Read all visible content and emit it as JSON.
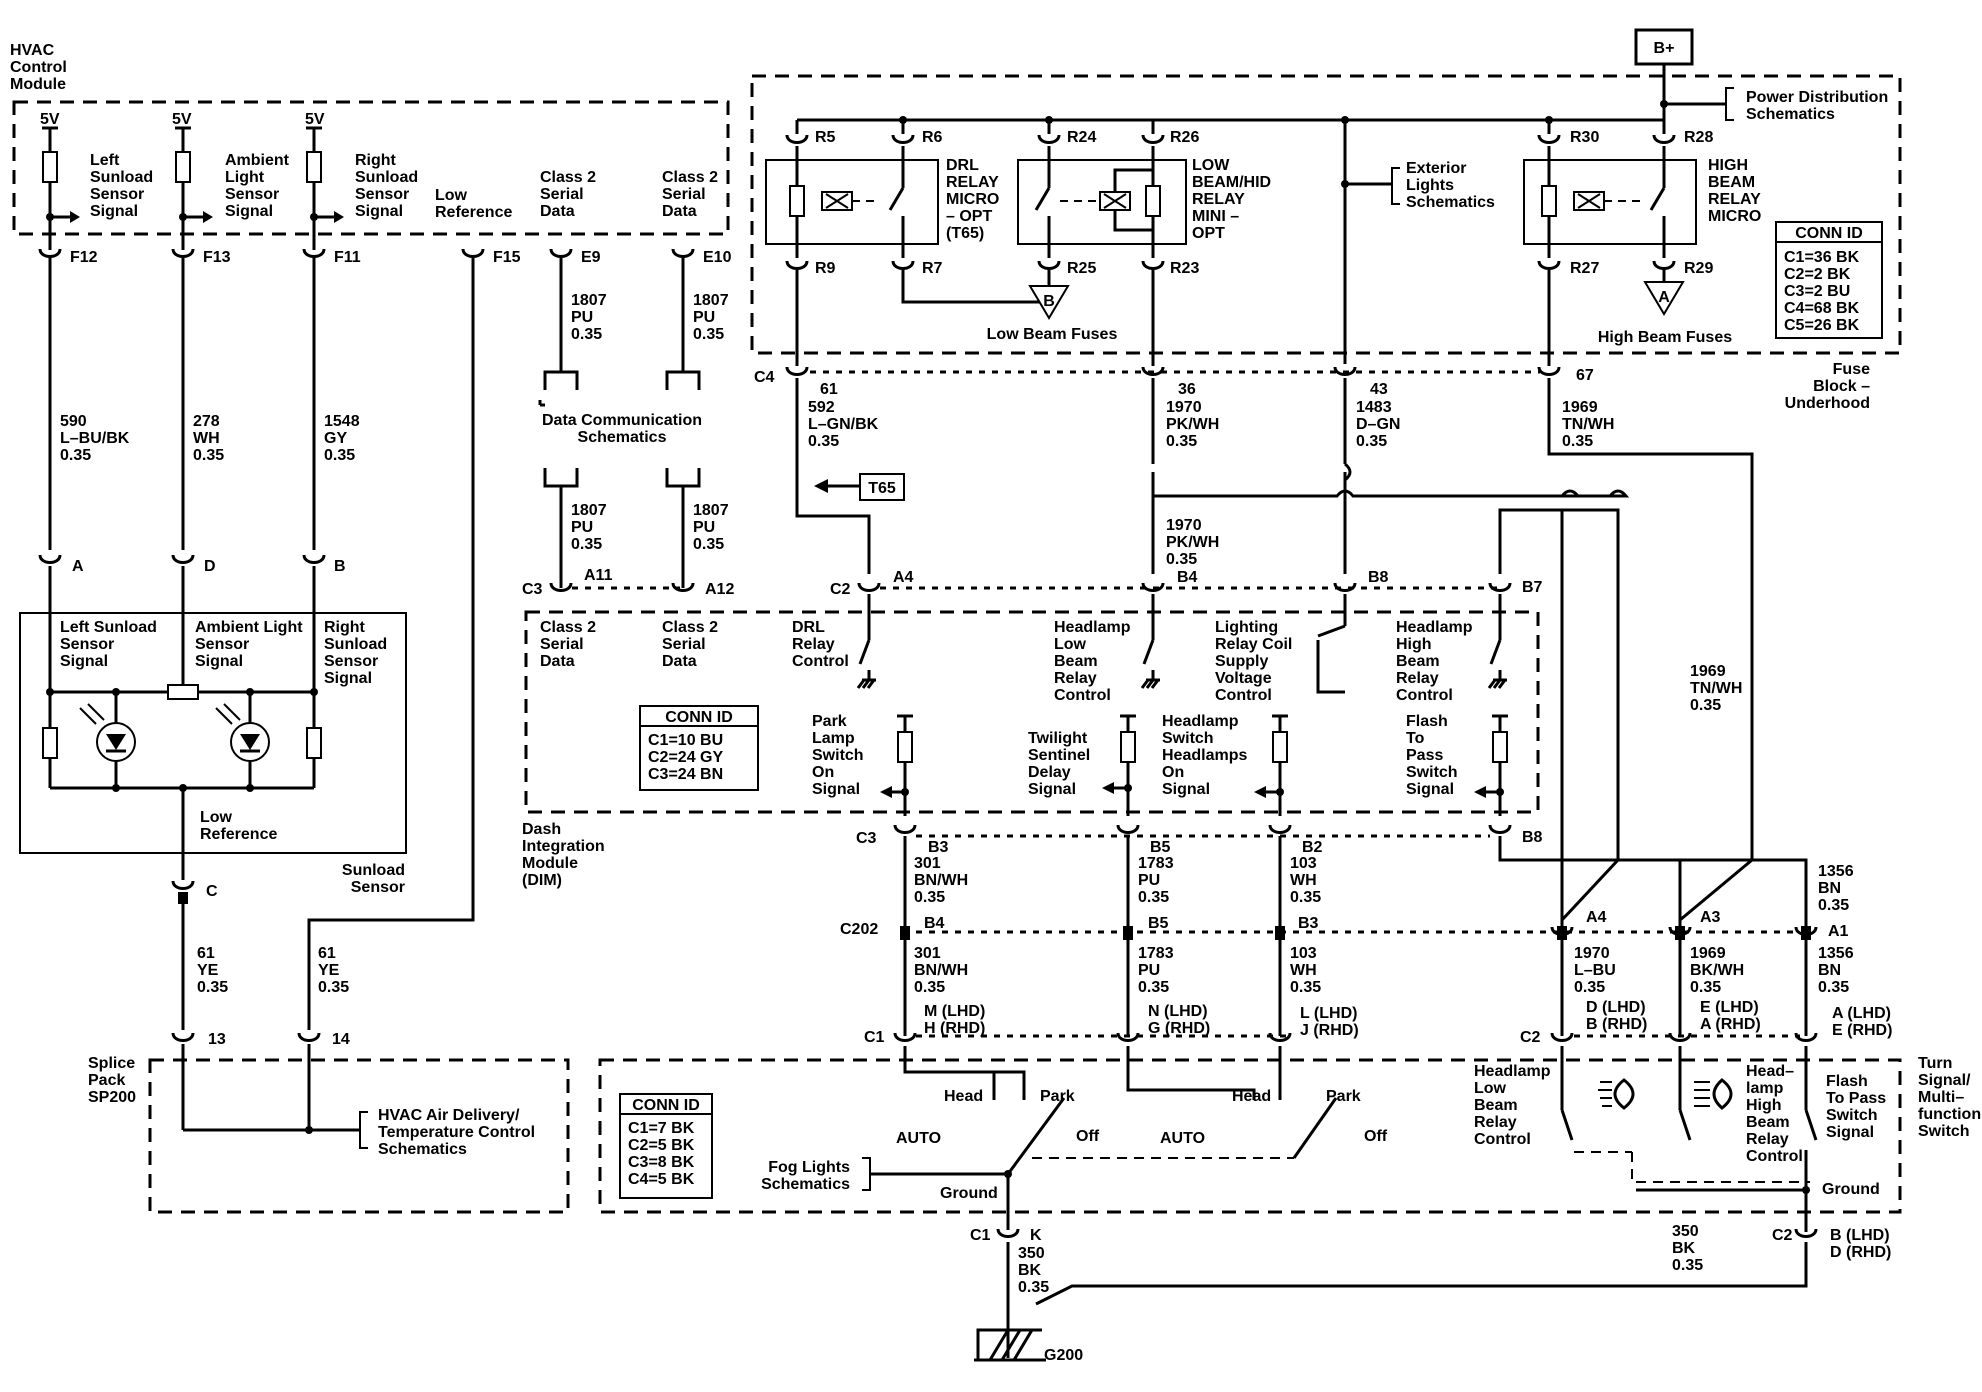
{
  "hvac": {
    "title": [
      "HVAC",
      "Control",
      "Module"
    ],
    "v5": "5V",
    "left_sensor": [
      "Left",
      "Sunload",
      "Sensor",
      "Signal"
    ],
    "ambient": [
      "Ambient",
      "Light",
      "Sensor",
      "Signal"
    ],
    "right_sensor": [
      "Right",
      "Sunload",
      "Sensor",
      "Signal"
    ],
    "low_ref": [
      "Low",
      "Reference"
    ],
    "class2_a": [
      "Class 2",
      "Serial",
      "Data"
    ],
    "class2_b": [
      "Class 2",
      "Serial",
      "Data"
    ],
    "pins": {
      "f12": "F12",
      "f13": "F13",
      "f11": "F11",
      "f15": "F15",
      "e9": "E9",
      "e10": "E10"
    }
  },
  "wires": {
    "w590": [
      "590",
      "L–BU/BK",
      "0.35"
    ],
    "w278": [
      "278",
      "WH",
      "0.35"
    ],
    "w1548": [
      "1548",
      "GY",
      "0.35"
    ],
    "w1807a": [
      "1807",
      "PU",
      "0.35"
    ],
    "w1807b": [
      "1807",
      "PU",
      "0.35"
    ],
    "w1807c": [
      "1807",
      "PU",
      "0.35"
    ],
    "w1807d": [
      "1807",
      "PU",
      "0.35"
    ],
    "w61a": [
      "61",
      "YE",
      "0.35"
    ],
    "w61b": [
      "61",
      "YE",
      "0.35"
    ],
    "w592": [
      "592",
      "L–GN/BK",
      "0.35"
    ],
    "w1970a": [
      "1970",
      "PK/WH",
      "0.35"
    ],
    "w1970b": [
      "1970",
      "PK/WH",
      "0.35"
    ],
    "w1483": [
      "1483",
      "D–GN",
      "0.35"
    ],
    "w1969a": [
      "1969",
      "TN/WH",
      "0.35"
    ],
    "w1969b": [
      "1969",
      "TN/WH",
      "0.35"
    ],
    "w301a": [
      "301",
      "BN/WH",
      "0.35"
    ],
    "w301b": [
      "301",
      "BN/WH",
      "0.35"
    ],
    "w1783a": [
      "1783",
      "PU",
      "0.35"
    ],
    "w1783b": [
      "1783",
      "PU",
      "0.35"
    ],
    "w103a": [
      "103",
      "WH",
      "0.35"
    ],
    "w103b": [
      "103",
      "WH",
      "0.35"
    ],
    "w1356a": [
      "1356",
      "BN",
      "0.35"
    ],
    "w1356b": [
      "1356",
      "BN",
      "0.35"
    ],
    "w1970c": [
      "1970",
      "L–BU",
      "0.35"
    ],
    "w1969c": [
      "1969",
      "BK/WH",
      "0.35"
    ],
    "w350a": [
      "350",
      "BK",
      "0.35"
    ],
    "w350b": [
      "350",
      "BK",
      "0.35"
    ]
  },
  "data_comm": [
    "Data Communication",
    "Schematics"
  ],
  "sunload": {
    "left": [
      "Left Sunload",
      "Sensor",
      "Signal"
    ],
    "ambient": [
      "Ambient Light",
      "Sensor",
      "Signal"
    ],
    "right": [
      "Right",
      "Sunload",
      "Sensor",
      "Signal"
    ],
    "low_ref": [
      "Low",
      "Reference"
    ],
    "name": [
      "Sunload",
      "Sensor"
    ],
    "pins": {
      "a": "A",
      "d": "D",
      "b": "B",
      "c": "C"
    }
  },
  "splice": {
    "name": [
      "Splice",
      "Pack",
      "SP200"
    ],
    "pins": {
      "p13": "13",
      "p14": "14"
    },
    "hvac_ref": [
      "HVAC Air Delivery/",
      "Temperature Control",
      "Schematics"
    ]
  },
  "fuse_block": {
    "bplus": "B+",
    "power_dist": [
      "Power Distribution",
      "Schematics"
    ],
    "exterior": [
      "Exterior",
      "Lights",
      "Schematics"
    ],
    "drl_relay": [
      "DRL",
      "RELAY",
      "MICRO",
      "– OPT",
      "(T65)"
    ],
    "low_beam_relay": [
      "LOW",
      "BEAM/HID",
      "RELAY",
      "MINI –",
      "OPT"
    ],
    "high_beam_relay": [
      "HIGH",
      "BEAM",
      "RELAY",
      "MICRO"
    ],
    "pins": {
      "r5": "R5",
      "r6": "R6",
      "r24": "R24",
      "r26": "R26",
      "r30": "R30",
      "r28": "R28",
      "r9": "R9",
      "r7": "R7",
      "r25": "R25",
      "r23": "R23",
      "r27": "R27",
      "r29": "R29"
    },
    "low_fuses": "Low Beam Fuses",
    "high_fuses": "High Beam Fuses",
    "tri_b": "B",
    "tri_a": "A",
    "conn_title": "CONN ID",
    "conn_rows": [
      "C1=36 BK",
      "C2=2 BK",
      "C3=2 BU",
      "C4=68 BK",
      "C5=26 BK"
    ],
    "name": [
      "Fuse",
      "Block –",
      "Underhood"
    ],
    "c4": "C4",
    "c4_pins": {
      "p61": "61",
      "p36": "36",
      "p43": "43",
      "p67": "67"
    },
    "t65": "T65"
  },
  "dim": {
    "c2": "C2",
    "c3a": "C3",
    "c3b": "C3",
    "pins_top": {
      "a11": "A11",
      "a12": "A12",
      "a4": "A4",
      "b4": "B4",
      "b8": "B8",
      "b7": "B7"
    },
    "class2_a": [
      "Class 2",
      "Serial",
      "Data"
    ],
    "class2_b": [
      "Class 2",
      "Serial",
      "Data"
    ],
    "drl_control": [
      "DRL",
      "Relay",
      "Control"
    ],
    "hl_low": [
      "Headlamp",
      "Low",
      "Beam",
      "Relay",
      "Control"
    ],
    "lighting_coil": [
      "Lighting",
      "Relay Coil",
      "Supply",
      "Voltage",
      "Control"
    ],
    "hl_high": [
      "Headlamp",
      "High",
      "Beam",
      "Relay",
      "Control"
    ],
    "conn_title": "CONN ID",
    "conn_rows": [
      "C1=10 BU",
      "C2=24 GY",
      "C3=24 BN"
    ],
    "park_sw": [
      "Park",
      "Lamp",
      "Switch",
      "On",
      "Signal"
    ],
    "twilight": [
      "Twilight",
      "Sentinel",
      "Delay",
      "Signal"
    ],
    "hl_switch": [
      "Headlamp",
      "Switch",
      "Headlamps",
      "On",
      "Signal"
    ],
    "ftp": [
      "Flash",
      "To",
      "Pass",
      "Switch",
      "Signal"
    ],
    "name": [
      "Dash",
      "Integration",
      "Module",
      "(DIM)"
    ],
    "pins_bot": {
      "b3": "B3",
      "b5": "B5",
      "b2": "B2",
      "b8": "B8"
    }
  },
  "c202": {
    "label": "C202",
    "pins": {
      "b4": "B4",
      "b5": "B5",
      "b3": "B3",
      "a4": "A4",
      "a3": "A3",
      "a1": "A1"
    }
  },
  "turn_switch": {
    "c1": "C1",
    "c2": "C2",
    "c2b": "C2",
    "pins_l": {
      "m": "M (LHD)",
      "h": "H (RHD)",
      "n": "N (LHD)",
      "g": "G (RHD)",
      "l": "L (LHD)",
      "j": "J (RHD)"
    },
    "pins_r": {
      "d": "D (LHD)",
      "b": "B (RHD)",
      "e": "E (LHD)",
      "a": "A (RHD)",
      "a2": "A (LHD)",
      "e2": "E (RHD)"
    },
    "head1": "Head",
    "park1": "Park",
    "auto1": "AUTO",
    "off1": "Off",
    "head2": "Head",
    "park2": "Park",
    "auto2": "AUTO",
    "off2": "Off",
    "ground": "Ground",
    "ground2": "Ground",
    "fog": [
      "Fog Lights",
      "Schematics"
    ],
    "conn_title": "CONN ID",
    "conn_rows": [
      "C1=7 BK",
      "C2=5 BK",
      "C3=8 BK",
      "C4=5 BK"
    ],
    "hl_low": [
      "Headlamp",
      "Low",
      "Beam",
      "Relay",
      "Control"
    ],
    "hl_high": [
      "Head–",
      "lamp",
      "High",
      "Beam",
      "Relay",
      "Control"
    ],
    "ftp": [
      "Flash",
      "To Pass",
      "Switch",
      "Signal"
    ],
    "name": [
      "Turn",
      "Signal/",
      "Multi–",
      "function",
      "Switch"
    ],
    "c1b": "C1",
    "k": "K",
    "bl": "B (LHD)",
    "dr": "D (RHD)"
  },
  "ground": "G200"
}
